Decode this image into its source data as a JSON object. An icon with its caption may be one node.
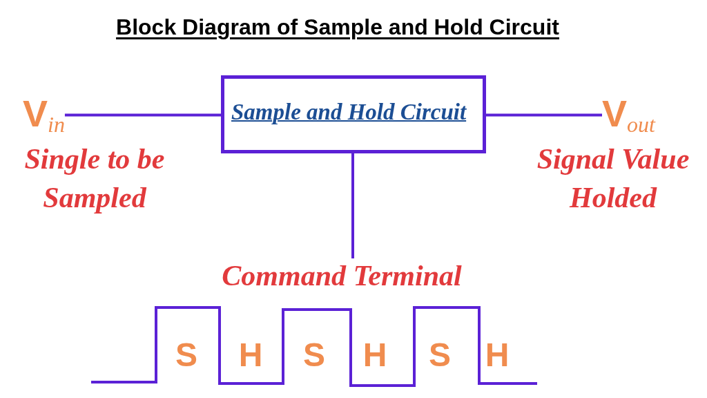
{
  "diagram": {
    "title": "Block Diagram of Sample and Hold Circuit",
    "nodes": [
      {
        "text": [
          "V$_{in}$"
        ],
        "beside": [
          "Single to be Sampled"
        ]
      },
      {
        "text": [
          "Sample and Hold Circuit"
        ]
      },
      {
        "text": [
          "V$_{out}$"
        ],
        "beside": [
          "Signal Value Holded"
        ]
      },
      {
        "text": [
          "Command Terminal"
        ]
      }
    ],
    "edges": [
      {
        "from": 0,
        "to": 1,
        "arrow": "none"
      },
      {
        "from": 1,
        "to": 2,
        "arrow": "none"
      },
      {
        "from": 1,
        "to": 3,
        "arrow": "none"
      }
    ],
    "labels": [
      "S",
      "H",
      "S",
      "H",
      "S",
      "H"
    ]
  }
}
